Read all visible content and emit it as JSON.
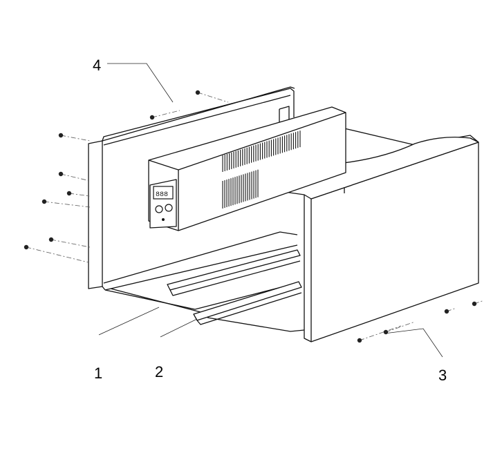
{
  "callouts": [
    {
      "id": "1",
      "text": "1"
    },
    {
      "id": "2",
      "text": "2"
    },
    {
      "id": "3",
      "text": "3"
    },
    {
      "id": "4",
      "text": "4"
    }
  ],
  "colors": {
    "line": "#111111",
    "background": "#ffffff"
  }
}
